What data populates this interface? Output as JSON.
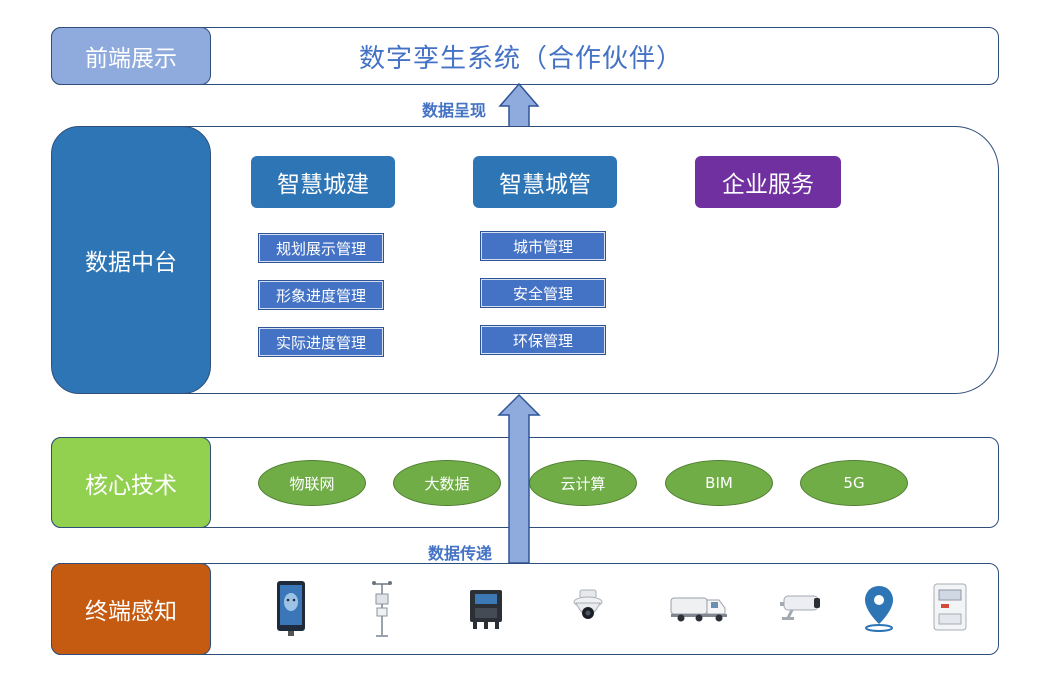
{
  "layers": {
    "frontend": {
      "label": "前端展示",
      "content": "数字孪生系统（合作伙伴）"
    },
    "data_platform": {
      "label": "数据中台"
    },
    "core_tech": {
      "label": "核心技术"
    },
    "terminal": {
      "label": "终端感知"
    }
  },
  "flows": {
    "present": "数据呈现",
    "transmit": "数据传递"
  },
  "modules": [
    {
      "label": "智慧城建",
      "color": "#2e75b6",
      "subs": [
        "规划展示管理",
        "形象进度管理",
        "实际进度管理"
      ]
    },
    {
      "label": "智慧城管",
      "color": "#2e75b6",
      "subs": [
        "城市管理",
        "安全管理",
        "环保管理"
      ]
    },
    {
      "label": "企业服务",
      "color": "#7030a0",
      "subs": []
    }
  ],
  "technologies": [
    "物联网",
    "大数据",
    "云计算",
    "BIM",
    "5G"
  ],
  "devices": [
    {
      "icon": "face-recognition-terminal-icon"
    },
    {
      "icon": "weather-station-icon"
    },
    {
      "icon": "electric-meter-box-icon"
    },
    {
      "icon": "dome-camera-icon"
    },
    {
      "icon": "sweeper-truck-icon"
    },
    {
      "icon": "bullet-camera-icon"
    },
    {
      "icon": "location-pin-icon"
    },
    {
      "icon": "smart-meter-icon"
    }
  ],
  "colors": {
    "frontend_label": "#8faadc",
    "data_platform_label": "#2e75b6",
    "core_tech_label": "#92d050",
    "terminal_label": "#c55a11",
    "arrow_fill": "#8faadc",
    "tech_oval": "#70ad47",
    "sub_box": "#4472c4"
  }
}
